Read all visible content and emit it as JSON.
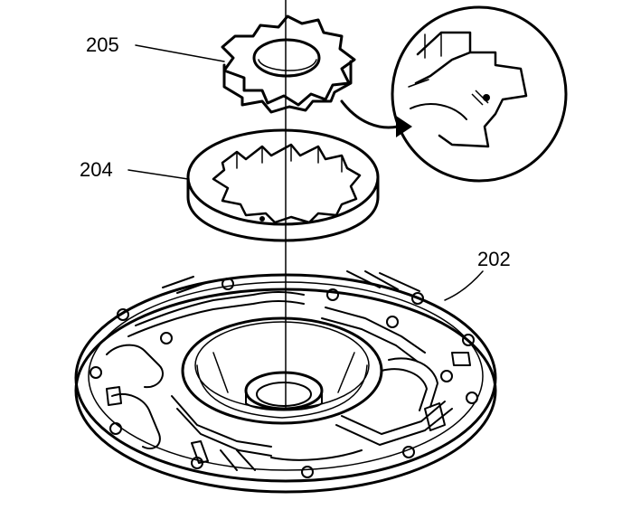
{
  "callouts": {
    "gear_inner": "205",
    "gear_outer": "204",
    "pump_body": "202"
  }
}
